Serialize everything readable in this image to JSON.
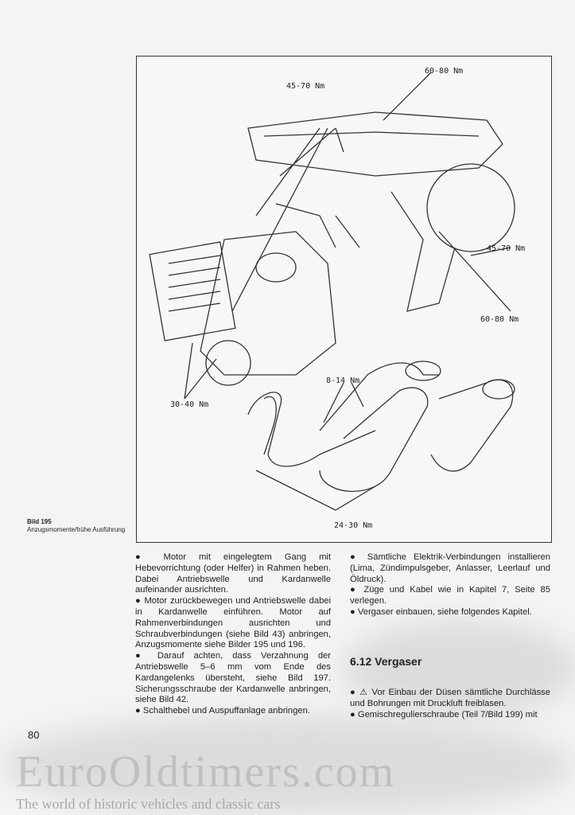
{
  "figure": {
    "torque_labels": [
      "60-80 Nm",
      "45-70 Nm",
      "45-70 Nm",
      "60-80 Nm",
      "8-14 Nm",
      "30-40 Nm",
      "24-30 Nm"
    ],
    "caption_title": "Bild 195",
    "caption_text": "Anzugsmomente/frühe Ausführung"
  },
  "left_column": [
    "Motor mit eingelegtem Gang mit Hebevorrichtung (oder Helfer) in Rahmen heben. Dabei Antriebswelle und Kardanwelle aufeinander ausrichten.",
    "Motor zurückbewegen und Antriebswelle dabei in Kardanwelle einführen. Motor auf Rahmenverbindungen ausrichten und Schraubverbindungen (siehe Bild 43) anbringen, Anzugsmomente siehe Bilder 195 und 196.",
    "Darauf achten, dass Verzahnung der Antriebswelle 5–6 mm vom Ende des Kardangelenks übersteht, siehe Bild 197. Sicherungsschraube der Kardanwelle anbringen, siehe Bild 42.",
    "Schalthebel und Auspuffanlage anbringen."
  ],
  "right_column": [
    "Sämtliche Elektrik-Verbindungen installieren (Lima, Zündimpulsgeber, Anlasser, Leerlauf und Öldruck).",
    "Züge und Kabel wie in Kapitel 7, Seite 85 verlegen.",
    "Vergaser einbauen, siehe folgendes Kapitel."
  ],
  "section": {
    "heading": "6.12 Vergaser",
    "items": [
      "Vor Einbau der Düsen sämtliche Durchlässe und Bohrungen mit Druckluft freiblasen.",
      "Gemischregulierschraube (Teil 7/Bild 199) mit"
    ]
  },
  "page_number": "80",
  "watermark": {
    "title": "EuroOldtimers.com",
    "subtitle": "The world of historic vehicles and classic cars"
  }
}
